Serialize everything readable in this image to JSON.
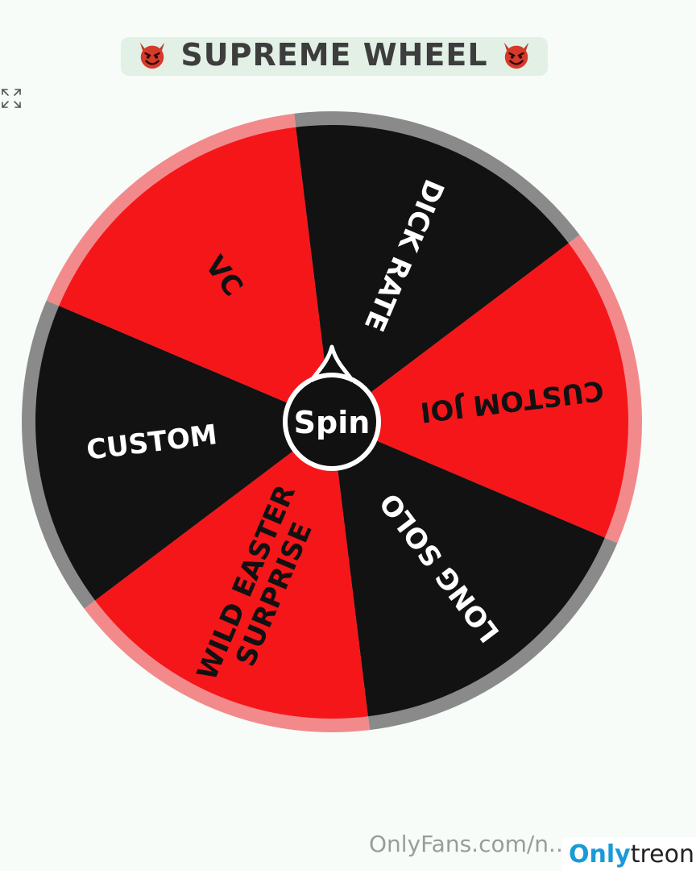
{
  "header": {
    "title": "SUPREME WHEEL",
    "left_icon": "smiling-devil-emoji",
    "right_icon": "smiling-devil-emoji"
  },
  "toolbar": {
    "fullscreen_icon": "expand-icon"
  },
  "wheel": {
    "segments": [
      {
        "label": "DICK RATE",
        "color": "#121212",
        "text_color": "#ffffff",
        "rim_color": "#8a8a8a"
      },
      {
        "label": "CUSTOM JOI",
        "color": "#f5161a",
        "text_color": "#111111",
        "rim_color": "#f28a8c"
      },
      {
        "label": "LONG SOLO",
        "color": "#121212",
        "text_color": "#ffffff",
        "rim_color": "#8a8a8a"
      },
      {
        "label": "WILD EASTER SURPRISE",
        "color": "#f5161a",
        "text_color": "#111111",
        "rim_color": "#f28a8c"
      },
      {
        "label": "CUSTOM",
        "color": "#121212",
        "text_color": "#ffffff",
        "rim_color": "#8a8a8a"
      },
      {
        "label": "VC",
        "color": "#f5161a",
        "text_color": "#111111",
        "rim_color": "#f28a8c"
      }
    ],
    "spin_label": "Spin"
  },
  "watermark": {
    "text": "OnlyFans.com/n...",
    "logo_part1": "Only",
    "logo_part2": "treon"
  }
}
